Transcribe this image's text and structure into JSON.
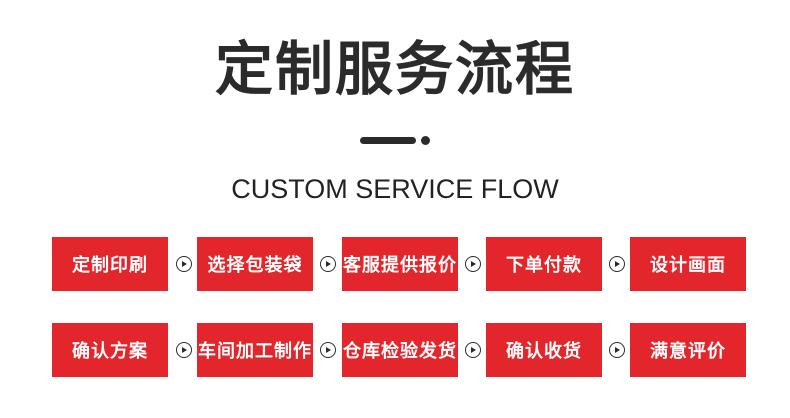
{
  "title": "定制服务流程",
  "subtitle": "CUSTOM SERVICE FLOW",
  "colors": {
    "step_bg": "#e3262c",
    "step_text": "#ffffff",
    "heading": "#2b2b2b"
  },
  "icons": {
    "arrow": "circle-arrow-right-icon",
    "divider": "divider-bar-dot"
  },
  "steps_row1": [
    {
      "label": "定制印刷"
    },
    {
      "label": "选择包装袋"
    },
    {
      "label": "客服提供报价"
    },
    {
      "label": "下单付款"
    },
    {
      "label": "设计画面"
    }
  ],
  "steps_row2": [
    {
      "label": "确认方案"
    },
    {
      "label": "车间加工制作"
    },
    {
      "label": "仓库检验发货"
    },
    {
      "label": "确认收货"
    },
    {
      "label": "满意评价"
    }
  ]
}
